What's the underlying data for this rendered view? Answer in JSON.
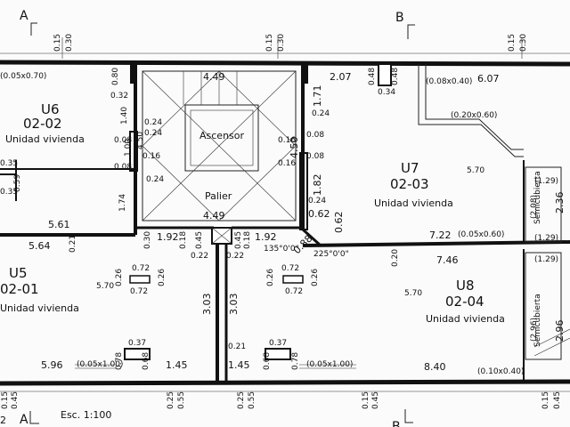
{
  "sections": {
    "a_label": "A",
    "b_label": "B"
  },
  "top_dims": [
    "0.15",
    "0.30",
    "0.15",
    "0.30",
    "0.15",
    "0.30"
  ],
  "bottom_dims": [
    "0.15",
    "0.45",
    "0.25",
    "0.55",
    "0.25",
    "0.55",
    "0.15",
    "0.45",
    "0.15",
    "0.45"
  ],
  "units": {
    "u6": {
      "code": "U6",
      "number": "02-02",
      "label": "Unidad vivienda"
    },
    "u5": {
      "code": "U5",
      "number": "02-01",
      "label": "Unidad vivienda"
    },
    "u7": {
      "code": "U7",
      "number": "02-03",
      "label": "Unidad vivienda"
    },
    "u8": {
      "code": "U8",
      "number": "02-04",
      "label": "Unidad vivienda"
    }
  },
  "core": {
    "elevator": "Ascensor",
    "landing": "Palier"
  },
  "semicubierta": [
    "Semicubierta",
    "Semicubierta"
  ],
  "dims": {
    "u6_top": "(0.05x0.70)",
    "d080": "0.80",
    "d032": "0.32",
    "d140": "1.40",
    "d450a": "4.50",
    "d008a": "0.08",
    "d100": "1.00",
    "d016a": "0.16",
    "d008b": "0.08",
    "d035a": "0.35",
    "d059": "0.59",
    "d035b": "0.35",
    "d174": "1.74",
    "d561": "5.61",
    "d564": "5.64",
    "d021a": "0.21",
    "d449a": "4.49",
    "d024a": "0.24",
    "d024b": "0.24",
    "d024c": "0.24",
    "d016b": "0.16",
    "d450b": "4.50",
    "d016c": "0.16",
    "d449b": "4.49",
    "d171": "1.71",
    "d024d": "0.24",
    "d008c": "0.08",
    "d008d": "0.08",
    "d182": "1.82",
    "d024e": "0.24",
    "d062a": "0.62",
    "d062b": "0.62",
    "d207": "2.07",
    "d048a": "0.48",
    "d034": "0.34",
    "d048b": "0.48",
    "u7_win": "(0.08x0.40)",
    "d607": "6.07",
    "u7_win2": "(0.20x0.60)",
    "d570a": "5.70",
    "d722": "7.22",
    "u7_win3": "(0.05x0.60)",
    "d129a": "(1.29)",
    "d208": "(2.08)",
    "d236": "2.36",
    "d129b": "(1.29)",
    "d030": "0.30",
    "d192a": "1.92",
    "d018a": "0.18",
    "d045a": "0.45",
    "d045b": "0.45",
    "d018b": "0.18",
    "d192b": "1.92",
    "d022a": "0.22",
    "d022b": "0.22",
    "ang1": "135°0'0\"",
    "d088": "0.88",
    "ang2": "225°0'0\"",
    "d746": "7.46",
    "d020": "0.20",
    "d570b": "5.70",
    "d570c": "5.70",
    "d129c": "(1.29)",
    "d296a": "(2.96)",
    "d296b": "2.96",
    "d072a": "0.72",
    "d026a": "0.26",
    "d072b": "0.72",
    "d026b": "0.26",
    "d303a": "3.03",
    "d303b": "3.03",
    "d026c": "0.26",
    "d072c": "0.72",
    "d026d": "0.26",
    "d072d": "0.72",
    "d021b": "0.21",
    "d037a": "0.37",
    "d037b": "0.37",
    "d078a": "0.78",
    "d068a": "0.68",
    "d145a": "1.45",
    "d145b": "1.45",
    "d068b": "0.68",
    "d078b": "0.78",
    "d596": "5.96",
    "win_a": "(0.05x1.00)",
    "win_b": "(0.05x1.00)",
    "d840": "8.40",
    "win_c": "(0.10x0.40)"
  },
  "scale": "Esc. 1:100",
  "corner_mark": "2"
}
